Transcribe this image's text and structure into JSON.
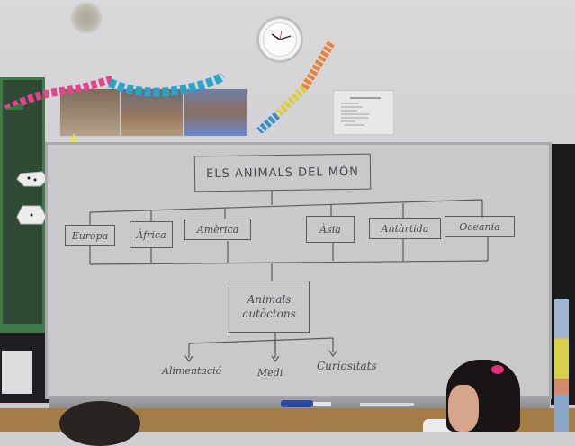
{
  "scene": {
    "description": "Classroom whiteboard with a hand-drawn concept map",
    "colors": {
      "wall": "#d3d3d5",
      "whiteboard": "#c9c9cb",
      "marker_ink": "#4a4a4e",
      "chalkboard": "#2f4a35",
      "frame_green": "#3f7a48",
      "floor_wood": "#a47c45"
    }
  },
  "concept_map": {
    "title": "ELS ANIMALS DEL MÓN",
    "continents": [
      {
        "label": "Europa"
      },
      {
        "label": "Àfrica"
      },
      {
        "label": "Amèrica"
      },
      {
        "label": "Àsia"
      },
      {
        "label": "Antàrtida"
      },
      {
        "label": "Oceania"
      }
    ],
    "subtopic": {
      "label_line1": "Animals",
      "label_line2": "autòctons"
    },
    "leaves": [
      {
        "label": "Alimentació"
      },
      {
        "label": "Medi"
      },
      {
        "label": "Curiositats"
      }
    ]
  },
  "wall_items": {
    "clock": {
      "icon": "wall-clock-icon"
    },
    "notice": {
      "note": "printed notice sheet (text illegible)"
    },
    "photos_count": 3
  }
}
